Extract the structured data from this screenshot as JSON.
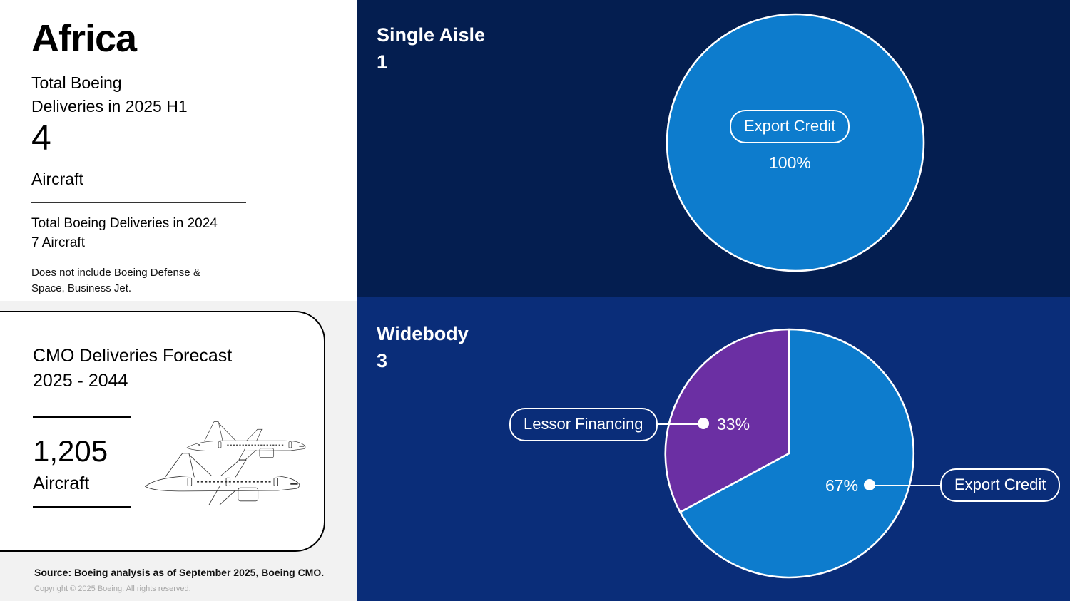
{
  "summary": {
    "region": "Africa",
    "subtitle": "Total Boeing\nDeliveries in 2025 H1",
    "value": "4",
    "unit": "Aircraft",
    "prior_period": "Total Boeing Deliveries in 2024\n7 Aircraft",
    "note": "Does not include Boeing Defense &\nSpace, Business Jet."
  },
  "forecast": {
    "title": "CMO Deliveries Forecast\n2025 - 2044",
    "value": "1,205",
    "unit": "Aircraft",
    "art_icon": "two-aircraft-side-profile-icon"
  },
  "footer": {
    "source": "Source: Boeing analysis as of September 2025, Boeing CMO.",
    "copyright": "Copyright © 2025 Boeing. All rights reserved."
  },
  "colors": {
    "panel_single_bg": "#041e50",
    "panel_wide_bg": "#0a2d79",
    "slice_blue": "#0d7ccd",
    "slice_purple": "#6b2fa3",
    "stroke_white": "#ffffff",
    "forecast_panel_bg": "#f2f2f2"
  },
  "chart_data": [
    {
      "type": "pie",
      "title": "Single Aisle",
      "subtitle": "1",
      "total_aircraft": 1,
      "categories": [
        "Export Credit"
      ],
      "values": [
        100
      ],
      "value_labels": [
        "100%"
      ],
      "colors": [
        "#0d7ccd"
      ],
      "legend": "inline-callout"
    },
    {
      "type": "pie",
      "title": "Widebody",
      "subtitle": "3",
      "total_aircraft": 3,
      "categories": [
        "Export Credit",
        "Lessor Financing"
      ],
      "values": [
        67,
        33
      ],
      "value_labels": [
        "67%",
        "33%"
      ],
      "colors": [
        "#0d7ccd",
        "#6b2fa3"
      ],
      "legend": "inline-callout"
    }
  ]
}
